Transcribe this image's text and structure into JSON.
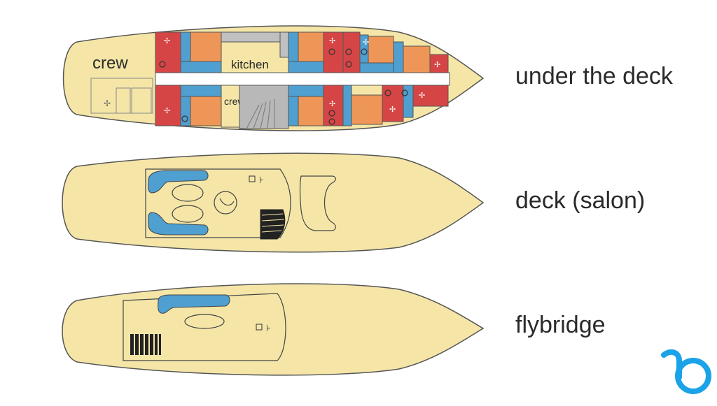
{
  "decks": {
    "under": {
      "label": "under the deck",
      "crew_large": "crew",
      "kitchen": "kitchen",
      "crew_small": "crew"
    },
    "main": {
      "label": "deck (salon)"
    },
    "fly": {
      "label": "flybridge"
    }
  },
  "logo": {
    "icon": "brand-b-logo-icon"
  },
  "colors": {
    "hull": "#f5e6a8",
    "outline": "#555555",
    "cabin_red": "#d64545",
    "cabin_orange": "#ee9657",
    "bath_blue": "#4f9fd0",
    "stair_grey": "#b8b8b8",
    "cushion_blue": "#4f9fd0",
    "logo_blue": "#1aa3e8"
  }
}
